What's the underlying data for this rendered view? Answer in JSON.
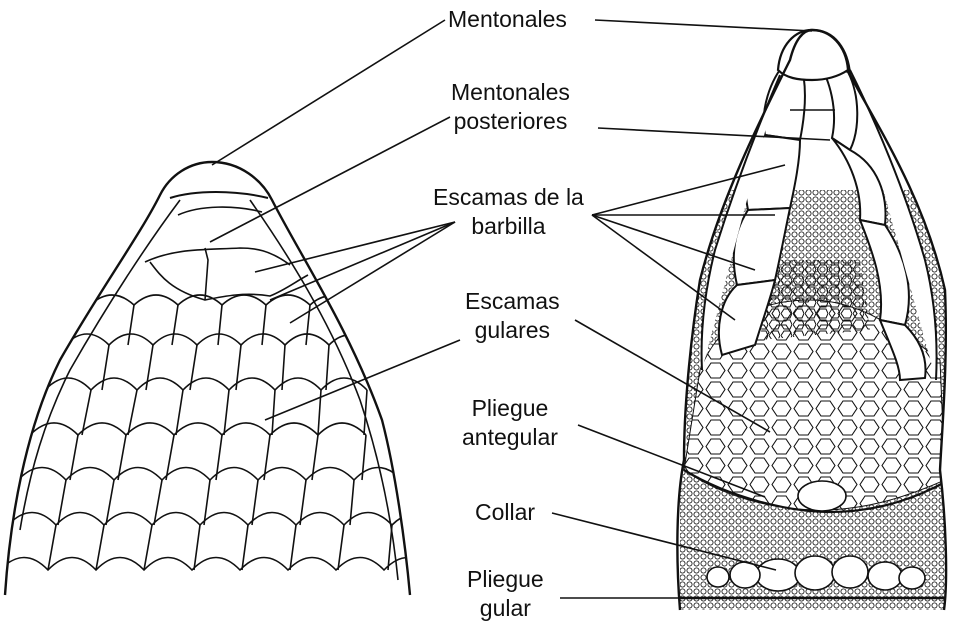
{
  "labels": {
    "mentonales": "Mentonales",
    "mentonales_posteriores": [
      "Mentonales",
      "posteriores"
    ],
    "escamas_barbilla": [
      "Escamas de la",
      "barbilla"
    ],
    "escamas_gulares": [
      "Escamas",
      "gulares"
    ],
    "pliegue_antegular": [
      "Pliegue",
      "antegular"
    ],
    "collar": "Collar",
    "pliegue_gular": [
      "Pliegue",
      "gular"
    ]
  },
  "colors": {
    "ink": "#111111",
    "background": "#ffffff"
  }
}
